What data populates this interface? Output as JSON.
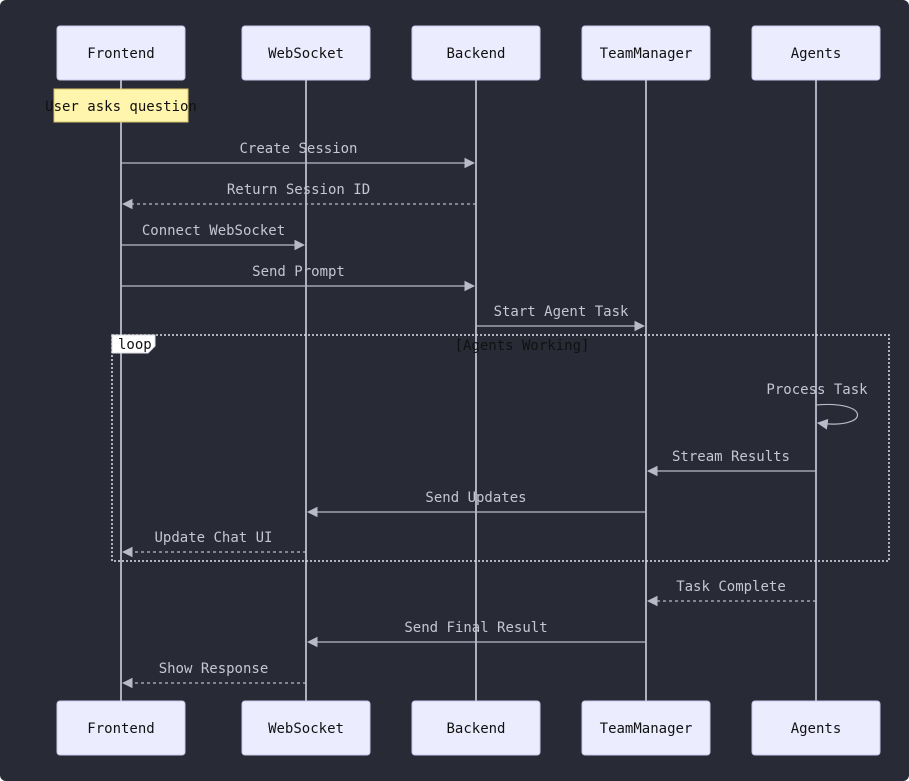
{
  "diagram": {
    "actors": [
      {
        "id": "frontend",
        "label": "Frontend"
      },
      {
        "id": "websocket",
        "label": "WebSocket"
      },
      {
        "id": "backend",
        "label": "Backend"
      },
      {
        "id": "teammanager",
        "label": "TeamManager"
      },
      {
        "id": "agents",
        "label": "Agents"
      }
    ],
    "note": {
      "over": "frontend",
      "text": "User asks question"
    },
    "loop": {
      "tag": "loop",
      "condition": "[Agents Working]"
    },
    "messages": [
      {
        "from": "frontend",
        "to": "backend",
        "label": "Create Session",
        "style": "solid"
      },
      {
        "from": "backend",
        "to": "frontend",
        "label": "Return Session ID",
        "style": "dotted"
      },
      {
        "from": "frontend",
        "to": "websocket",
        "label": "Connect WebSocket",
        "style": "solid"
      },
      {
        "from": "frontend",
        "to": "backend",
        "label": "Send Prompt",
        "style": "solid"
      },
      {
        "from": "backend",
        "to": "teammanager",
        "label": "Start Agent Task",
        "style": "solid"
      },
      {
        "from": "agents",
        "to": "agents",
        "label": "Process Task",
        "style": "solid",
        "in_loop": true
      },
      {
        "from": "agents",
        "to": "teammanager",
        "label": "Stream Results",
        "style": "solid",
        "in_loop": true
      },
      {
        "from": "teammanager",
        "to": "websocket",
        "label": "Send Updates",
        "style": "solid",
        "in_loop": true
      },
      {
        "from": "websocket",
        "to": "frontend",
        "label": "Update Chat UI",
        "style": "dotted",
        "in_loop": true
      },
      {
        "from": "agents",
        "to": "teammanager",
        "label": "Task Complete",
        "style": "dotted"
      },
      {
        "from": "teammanager",
        "to": "websocket",
        "label": "Send Final Result",
        "style": "solid"
      },
      {
        "from": "websocket",
        "to": "frontend",
        "label": "Show Response",
        "style": "dotted"
      }
    ],
    "colors": {
      "background": "#282a36",
      "actor_fill": "#ececff",
      "note_fill": "#fff5ad",
      "line": "#b8bac8",
      "label": "#c4c6d2"
    }
  }
}
